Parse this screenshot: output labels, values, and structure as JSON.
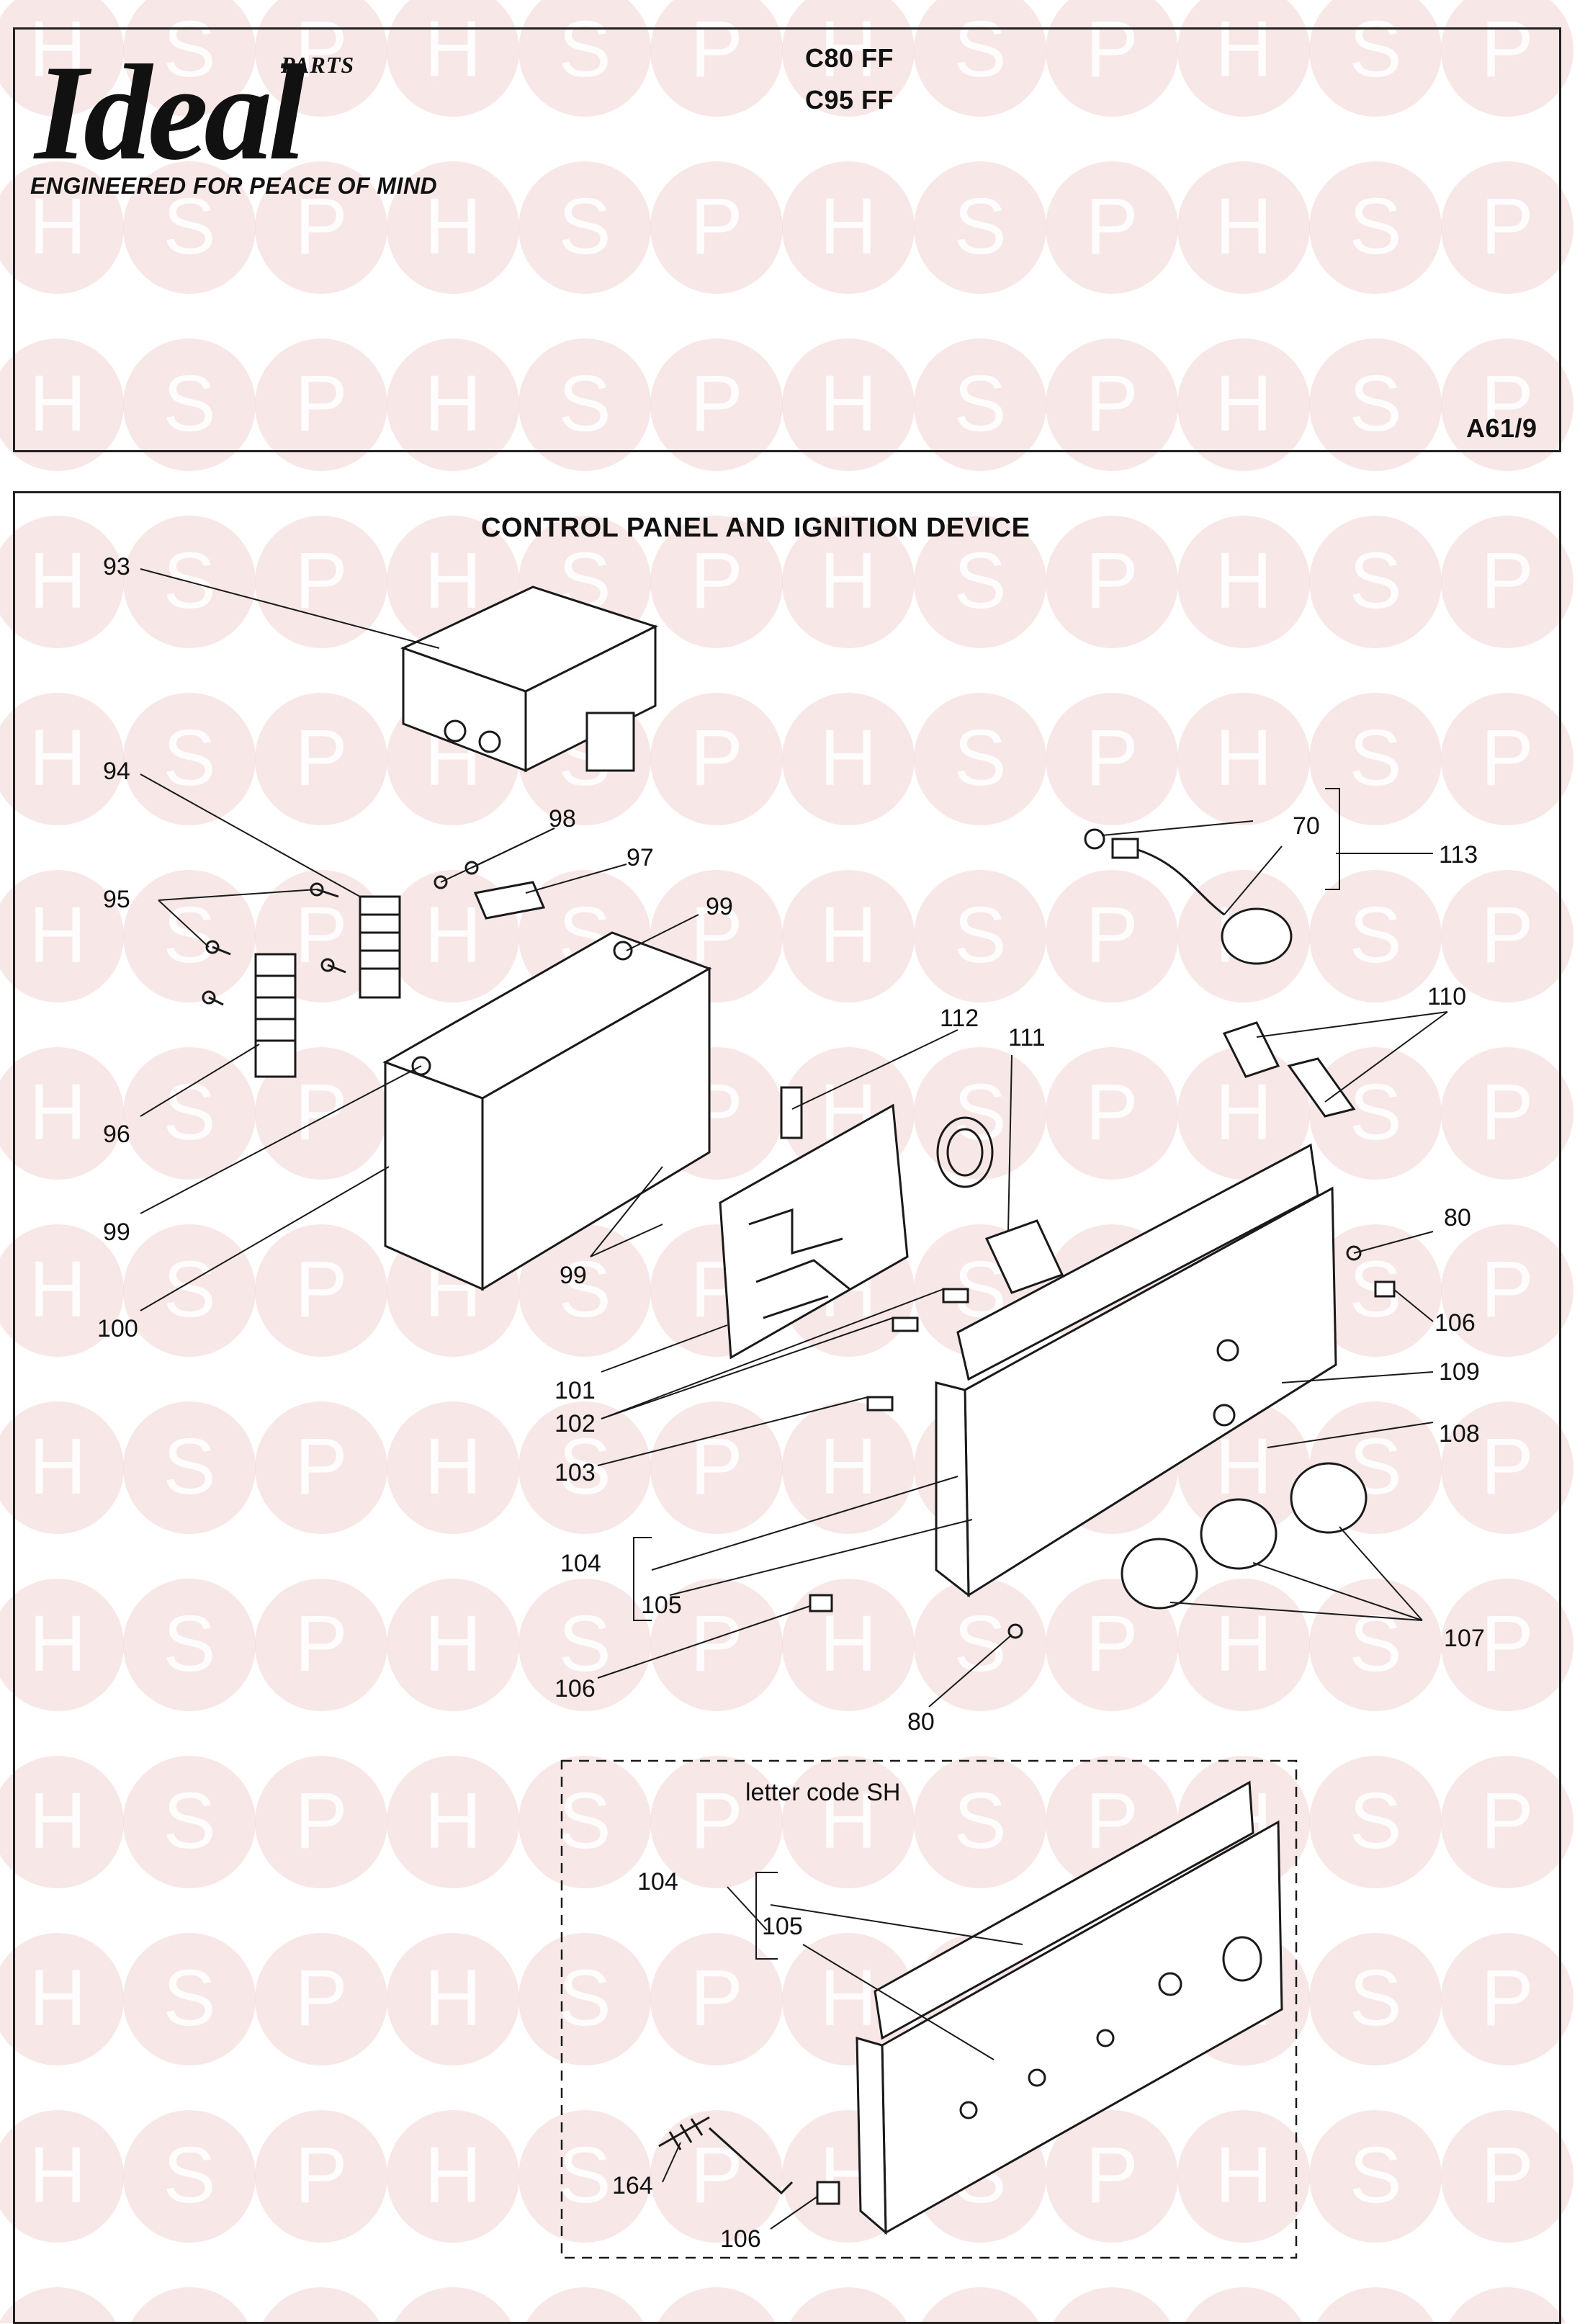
{
  "header": {
    "logo_word": "Ideal",
    "logo_parts": "PARTS",
    "tagline": "ENGINEERED FOR PEACE OF MIND",
    "models": [
      "C80 FF",
      "C95 FF"
    ],
    "page_ref": "A61/9"
  },
  "diagram": {
    "title": "CONTROL PANEL AND IGNITION DEVICE",
    "inset_title": "letter code SH",
    "callouts": [
      {
        "id": "93",
        "text": "93"
      },
      {
        "id": "94",
        "text": "94"
      },
      {
        "id": "95",
        "text": "95"
      },
      {
        "id": "96",
        "text": "96"
      },
      {
        "id": "99a",
        "text": "99"
      },
      {
        "id": "100",
        "text": "100"
      },
      {
        "id": "98",
        "text": "98"
      },
      {
        "id": "97",
        "text": "97"
      },
      {
        "id": "99b",
        "text": "99"
      },
      {
        "id": "99c",
        "text": "99"
      },
      {
        "id": "112",
        "text": "112"
      },
      {
        "id": "111",
        "text": "111"
      },
      {
        "id": "70",
        "text": "70"
      },
      {
        "id": "113",
        "text": "113"
      },
      {
        "id": "110",
        "text": "110"
      },
      {
        "id": "80a",
        "text": "80"
      },
      {
        "id": "106a",
        "text": "106"
      },
      {
        "id": "109",
        "text": "109"
      },
      {
        "id": "108",
        "text": "108"
      },
      {
        "id": "101",
        "text": "101"
      },
      {
        "id": "102",
        "text": "102"
      },
      {
        "id": "103",
        "text": "103"
      },
      {
        "id": "104a",
        "text": "104"
      },
      {
        "id": "105a",
        "text": "105"
      },
      {
        "id": "106b",
        "text": "106"
      },
      {
        "id": "80b",
        "text": "80"
      },
      {
        "id": "107",
        "text": "107"
      },
      {
        "id": "104b",
        "text": "104"
      },
      {
        "id": "105b",
        "text": "105"
      },
      {
        "id": "164",
        "text": "164"
      },
      {
        "id": "106c",
        "text": "106"
      }
    ]
  },
  "watermark": {
    "letters": [
      "H",
      "S",
      "P"
    ],
    "color": "#f3d4d4"
  }
}
